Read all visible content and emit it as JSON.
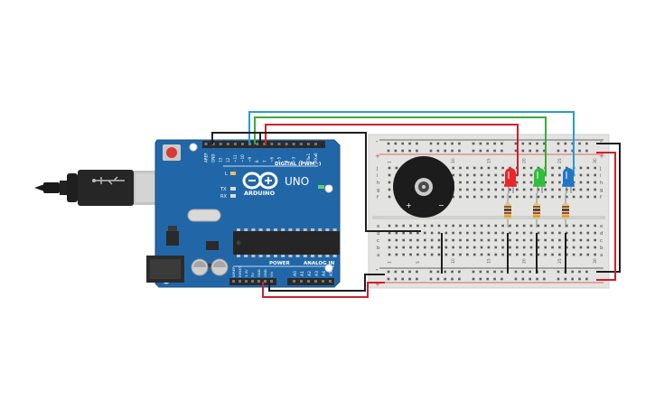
{
  "board": {
    "logo_text": "ARDUINO",
    "model": "UNO",
    "header_digital_label": "DIGITAL (PWM~)",
    "header_power_label": "POWER",
    "header_analog_label": "ANALOG IN",
    "led_on_label": "ON",
    "led_tx_label": "TX",
    "led_rx_label": "RX",
    "led_l_label": "L",
    "digital_pins": [
      "AREF",
      "GND",
      "13",
      "12",
      "~11",
      "~10",
      "~9",
      "8",
      "7",
      "~6",
      "~5",
      "4",
      "~3",
      "2",
      "TX▸1",
      "RX◂0"
    ],
    "power_pins": [
      "IOREF",
      "RESET",
      "3.3V",
      "5V",
      "GND",
      "GND",
      "Vin"
    ],
    "analog_pins": [
      "A0",
      "A1",
      "A2",
      "A3",
      "A4",
      "A5"
    ]
  },
  "breadboard": {
    "row_letters_top": [
      "j",
      "i",
      "h",
      "g",
      "f"
    ],
    "row_letters_bottom": [
      "e",
      "d",
      "c",
      "b",
      "a"
    ],
    "column_numbers": [
      "1",
      "5",
      "10",
      "15",
      "20",
      "25",
      "30"
    ],
    "rail_plus": "+",
    "rail_minus": "-"
  },
  "components": {
    "buzzer_plus": "+",
    "buzzer_minus": "−",
    "leds": [
      {
        "name": "red",
        "color": "#e8262b"
      },
      {
        "name": "green",
        "color": "#2fbf3a"
      },
      {
        "name": "blue",
        "color": "#2176c7"
      }
    ]
  },
  "wires": {
    "red": "#d0202a",
    "black": "#1e1e1e",
    "green": "#3aab3a",
    "blue": "#2a9ad4"
  },
  "colors": {
    "board_blue": "#2167a8",
    "board_dark": "#18527f",
    "breadboard_bg": "#e3e3e1"
  }
}
